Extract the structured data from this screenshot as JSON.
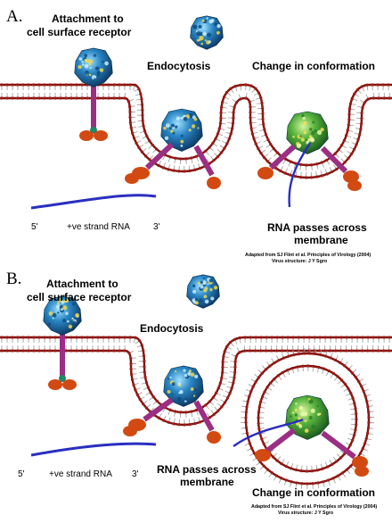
{
  "colors": {
    "membrane_line": "#7a1410",
    "lipid_head": "#a01a14",
    "lipid_tail": "#9a9a9a",
    "receptor_stem": "#9a2f84",
    "receptor_base": "#d24a12",
    "rna": "#2a2fc0",
    "virus_blue": "#1f6fa8",
    "virus_green": "#4aa83a"
  },
  "icons": [
    "virus-particle-icon",
    "receptor-icon",
    "rna-strand-icon",
    "lipid-bilayer-icon"
  ],
  "panels": [
    {
      "letter": "A.",
      "attachment": [
        "Attachment to",
        "cell surface receptor"
      ],
      "endocytosis": "Endocytosis",
      "change": "Change in conformation",
      "rna_passes": [
        "RNA passes across",
        "membrane"
      ],
      "rna_5": "5'",
      "rna_label": "+ve strand RNA",
      "rna_3": "3'",
      "credit": [
        "Adapted from SJ Flint et al. Principles of Virology (2004)",
        "Virus structure: J Y Sgro"
      ]
    },
    {
      "letter": "B.",
      "attachment": [
        "Attachment to",
        "cell surface receptor"
      ],
      "endocytosis": "Endocytosis",
      "change": "Change in conformation",
      "rna_passes": [
        "RNA passes across",
        "membrane"
      ],
      "rna_5": "5'",
      "rna_label": "+ve strand RNA",
      "rna_3": "3'",
      "credit": [
        "Adapted from SJ Flint et al. Principles of Virology (2004)",
        "Virus structure: J Y Sgro"
      ]
    }
  ]
}
